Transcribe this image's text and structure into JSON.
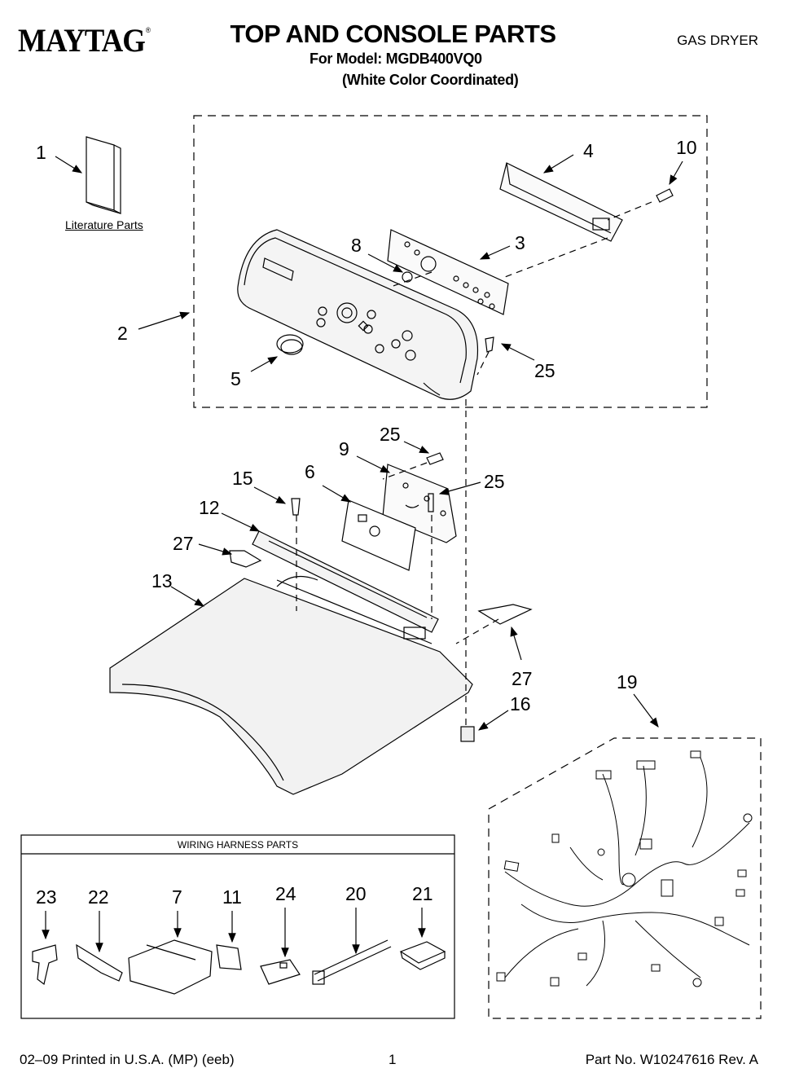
{
  "header": {
    "brand": "MAYTAG",
    "brand_mark": "®",
    "title": "TOP AND CONSOLE PARTS",
    "model_line": "For Model: MGDB400VQ0",
    "color_line": "(White Color Coordinated)",
    "dryer_type": "GAS DRYER"
  },
  "literature_label": "Literature Parts",
  "callouts": {
    "c1": "1",
    "c2": "2",
    "c3": "3",
    "c4": "4",
    "c5": "5",
    "c6": "6",
    "c8": "8",
    "c9": "9",
    "c10": "10",
    "c12": "12",
    "c13": "13",
    "c15": "15",
    "c16": "16",
    "c19": "19",
    "c25a": "25",
    "c25b": "25",
    "c25c": "25",
    "c27a": "27",
    "c27b": "27"
  },
  "wiring_harness": {
    "title": "WIRING HARNESS PARTS",
    "parts": [
      "23",
      "22",
      "7",
      "11",
      "24",
      "20",
      "21"
    ]
  },
  "footer": {
    "left": "02–09 Printed in U.S.A. (MP) (eeb)",
    "page": "1",
    "right": "Part No. W10247616 Rev. A"
  }
}
